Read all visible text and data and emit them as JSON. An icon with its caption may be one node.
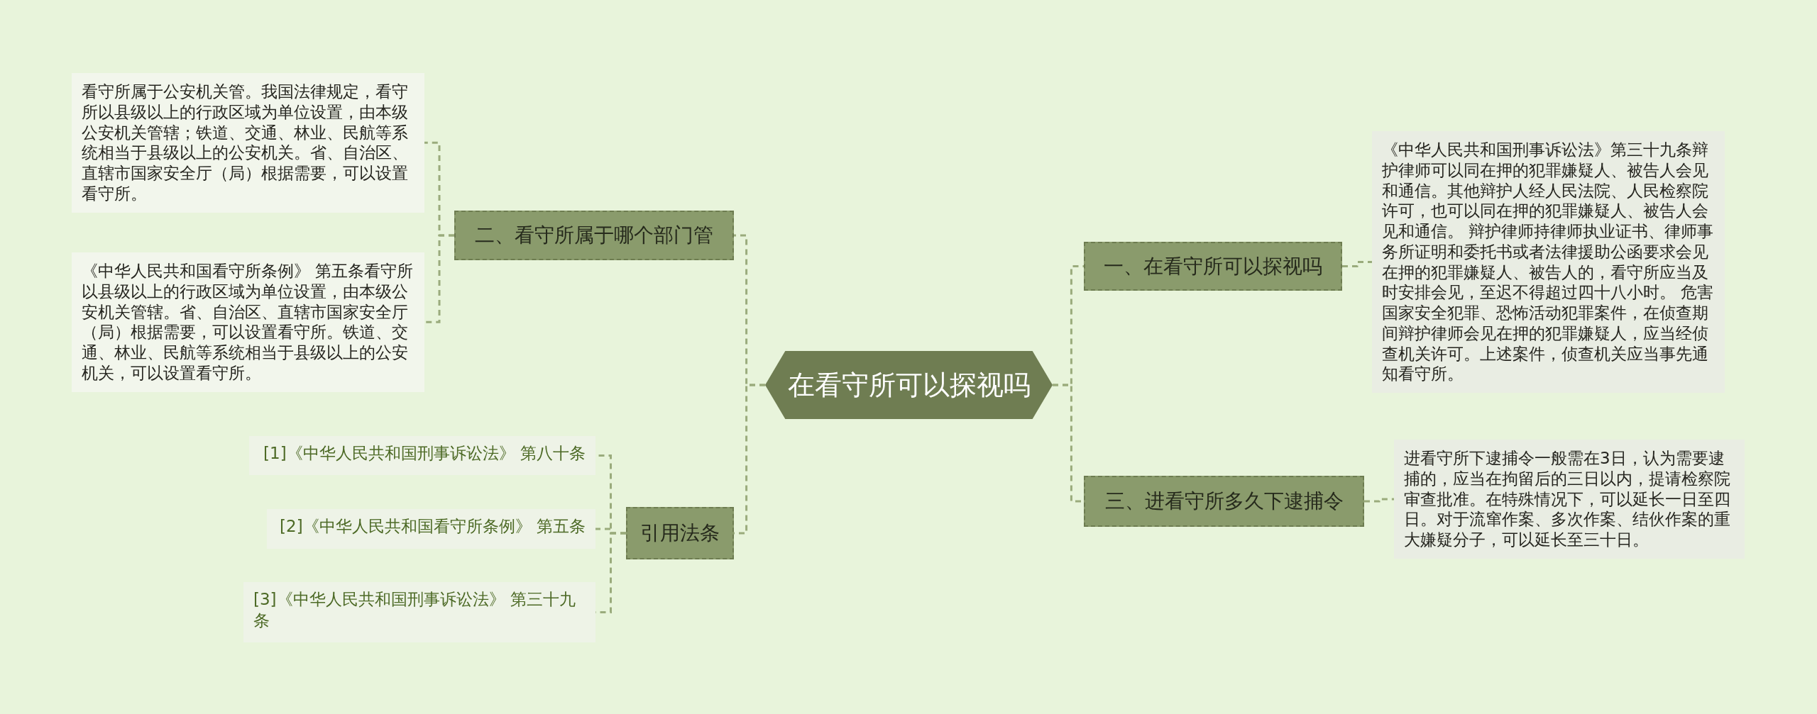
{
  "diagram": {
    "nodes": [
      {
        "text": [
          "在看守所可以探视吗"
        ]
      },
      {
        "text": [
          "一、在看守所可以探视吗"
        ]
      },
      {
        "text": [
          "《中华人民共和国刑事诉讼法》第三十九条辩护律师可以同在押的犯罪嫌疑人、被告人会见和通信。其他辩护人经人民法院、人民检察院许可，也可以同在押的犯罪嫌疑人、被告人会见和通信。 辩护律师持律师执业证书、律师事务所证明和委托书或者法律援助公函要求会见在押的犯罪嫌疑人、被告人的，看守所应当及时安排会见，至迟不得超过四十八小时。 危害国家安全犯罪、恐怖活动犯罪案件，在侦查期间辩护律师会见在押的犯罪嫌疑人，应当经侦查机关许可。上述案件，侦查机关应当事先通知看守所。"
        ]
      },
      {
        "text": [
          "三、进看守所多久下逮捕令"
        ]
      },
      {
        "text": [
          "进看守所下逮捕令一般需在3日，认为需要逮捕的，应当在拘留后的三日以内，提请检察院审查批准。在特殊情况下，可以延长一日至四日。对于流窜作案、多次作案、结伙作案的重大嫌疑分子，可以延长至三十日。"
        ]
      },
      {
        "text": [
          "二、看守所属于哪个部门管"
        ]
      },
      {
        "text": [
          "看守所属于公安机关管。我国法律规定，看守所以县级以上的行政区域为单位设置，由本级公安机关管辖；铁道、交通、林业、民航等系统相当于县级以上的公安机关。省、自治区、直辖市国家安全厅（局）根据需要，可以设置看守所。"
        ]
      },
      {
        "text": [
          "《中华人民共和国看守所条例》 第五条看守所以县级以上的行政区域为单位设置，由本级公安机关管辖。省、自治区、直辖市国家安全厅（局）根据需要，可以设置看守所。铁道、交通、林业、民航等系统相当于县级以上的公安机关，可以设置看守所。"
        ]
      },
      {
        "text": [
          "引用法条"
        ]
      },
      {
        "text": [
          "[1]《中华人民共和国刑事诉讼法》 第八十条"
        ]
      },
      {
        "text": [
          "[2]《中华人民共和国看守所条例》 第五条"
        ]
      },
      {
        "text": [
          "[3]《中华人民共和国刑事诉讼法》 第三十九条"
        ]
      }
    ],
    "edges": [
      {
        "from": 0,
        "to": 1,
        "arrow": "none"
      },
      {
        "from": 1,
        "to": 2,
        "arrow": "none"
      },
      {
        "from": 0,
        "to": 3,
        "arrow": "none"
      },
      {
        "from": 3,
        "to": 4,
        "arrow": "none"
      },
      {
        "from": 0,
        "to": 5,
        "arrow": "none"
      },
      {
        "from": 5,
        "to": 6,
        "arrow": "none"
      },
      {
        "from": 5,
        "to": 7,
        "arrow": "none"
      },
      {
        "from": 0,
        "to": 8,
        "arrow": "none"
      },
      {
        "from": 8,
        "to": 9,
        "arrow": "none"
      },
      {
        "from": 8,
        "to": 10,
        "arrow": "none"
      },
      {
        "from": 8,
        "to": 11,
        "arrow": "none"
      }
    ]
  }
}
